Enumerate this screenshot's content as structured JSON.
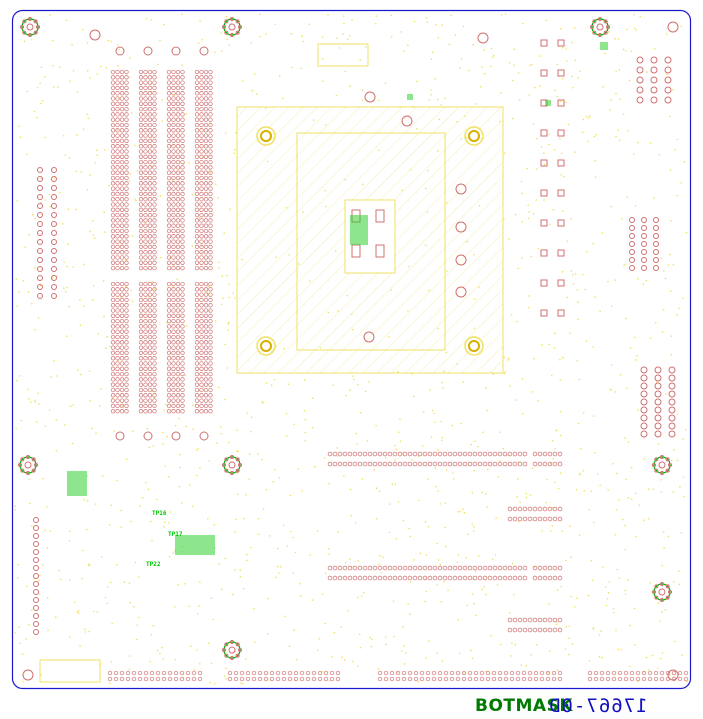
{
  "layer_name": "BOTMASK",
  "board_part_number": "17667-0D",
  "refdes_labels": [
    "TP16",
    "TP17",
    "TP22"
  ],
  "colors": {
    "outline": "#1a1acc",
    "silkscreen": "#f0e060",
    "pads": "#d07070",
    "refdes": "#00c800",
    "mount_hole": "#00b000"
  }
}
